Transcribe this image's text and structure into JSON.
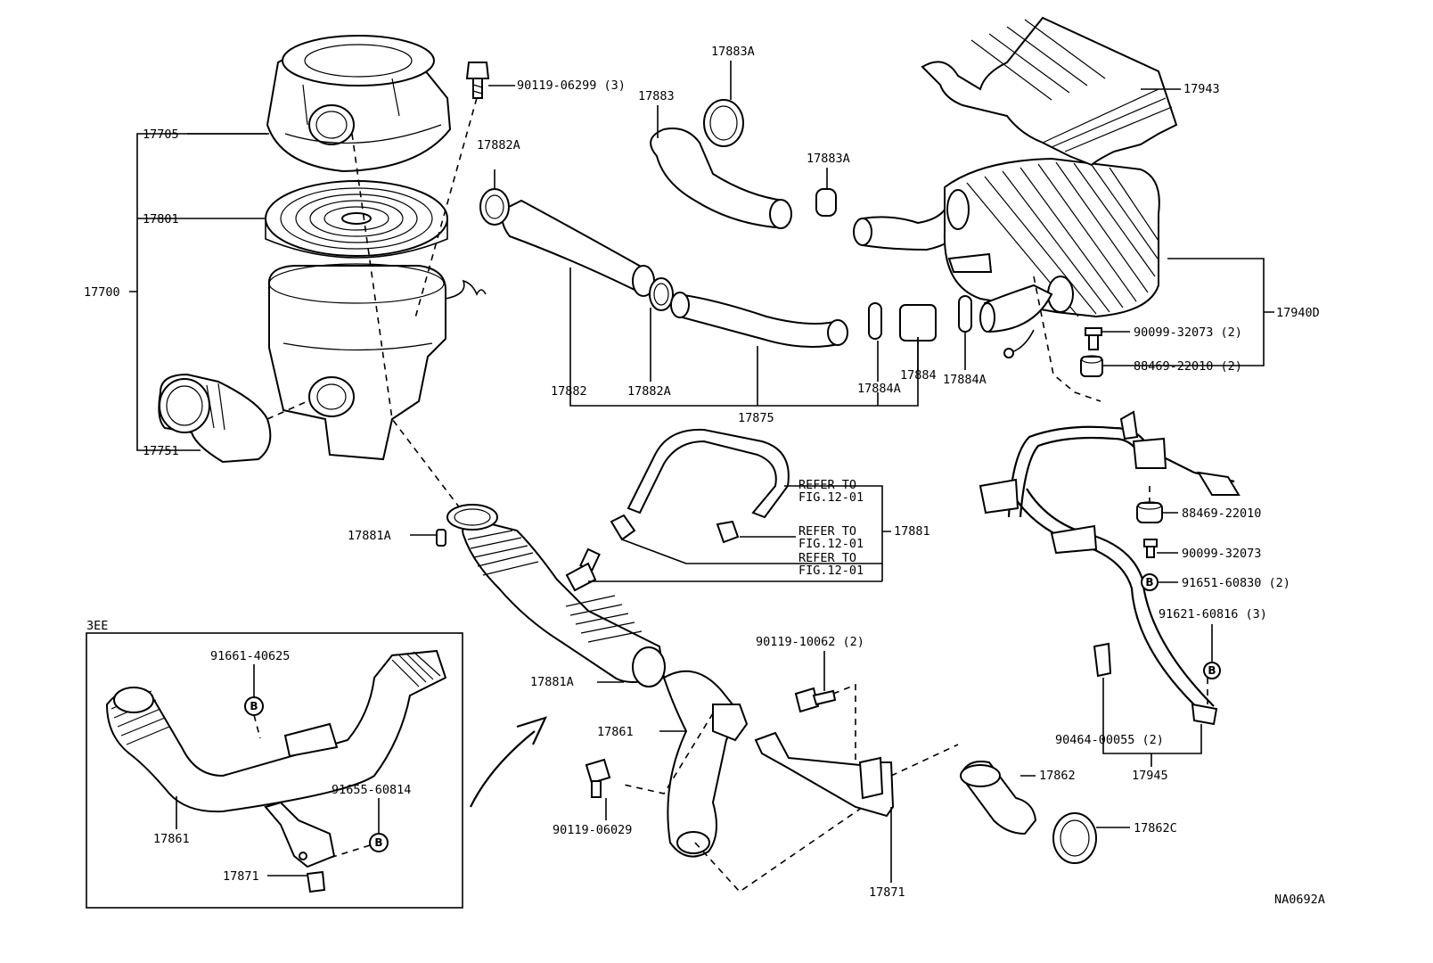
{
  "drawing_code": "NA0692A",
  "inset_label": "3EE",
  "bolt_marker": "B",
  "labels": {
    "l17705": "17705",
    "l17801": "17801",
    "l17700": "17700",
    "l17751": "17751",
    "l90119_06299": "90119-06299 (3)",
    "l17882A_top": "17882A",
    "l17883": "17883",
    "l17883A_top": "17883A",
    "l17883A_mid": "17883A",
    "l17943": "17943",
    "l17940D": "17940D",
    "l90099_32073_2": "90099-32073 (2)",
    "l88469_22010_2": "88469-22010 (2)",
    "l17882": "17882",
    "l17882A_bot": "17882A",
    "l17875": "17875",
    "l17884": "17884",
    "l17884A_a": "17884A",
    "l17884A_b": "17884A",
    "refer1a": "REFER TO",
    "refer1b": "FIG.12-01",
    "refer2a": "REFER TO",
    "refer2b": "FIG.12-01",
    "refer3a": "REFER TO",
    "refer3b": "FIG.12-01",
    "l17881": "17881",
    "l17881A_top": "17881A",
    "l17881A_bot": "17881A",
    "l88469_22010": "88469-22010",
    "l90099_32073": "90099-32073",
    "l91651_60830": "91651-60830 (2)",
    "l91621_60816": "91621-60816 (3)",
    "l90119_10062": "90119-10062 (2)",
    "l17861_main": "17861",
    "l90119_06029": "90119-06029",
    "l17871_main": "17871",
    "l17862": "17862",
    "l17862C": "17862C",
    "l90464_00055": "90464-00055 (2)",
    "l17945": "17945",
    "l91661_40625": "91661-40625",
    "l91655_60814": "91655-60814",
    "l17861_inset": "17861",
    "l17871_inset": "17871"
  }
}
